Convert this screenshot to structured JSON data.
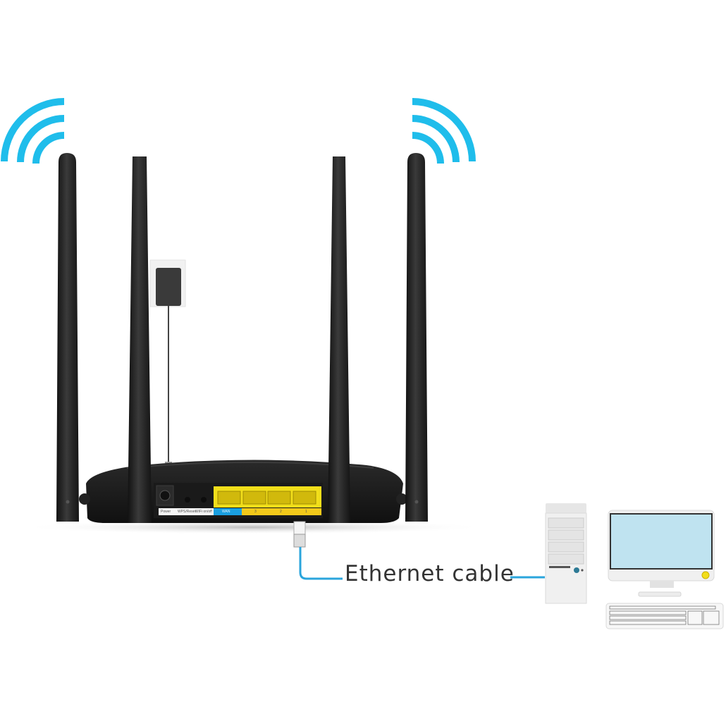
{
  "diagram": {
    "caption": "Ethernet cable",
    "colors": {
      "wifi": "#1fbdeb",
      "cable": "#2aa5dc",
      "router": "#1c1c1c",
      "lan_ports": "#f2de1a",
      "wan_label": "#1a9fe0",
      "monitor_screen": "#bfe3f0",
      "pc_body": "#efefef"
    },
    "router": {
      "port_labels": {
        "power": "Power",
        "wps_reset": "WPS/Reset",
        "wifi": "WiFi on/off",
        "wan": "WAN",
        "lan3": "3",
        "lan2": "2",
        "lan1": "1"
      }
    },
    "icons": {
      "wifi_left": "wifi-signal-icon",
      "wifi_right": "wifi-signal-icon",
      "power_adapter": "power-adapter-icon",
      "computer": "desktop-computer-icon"
    }
  }
}
